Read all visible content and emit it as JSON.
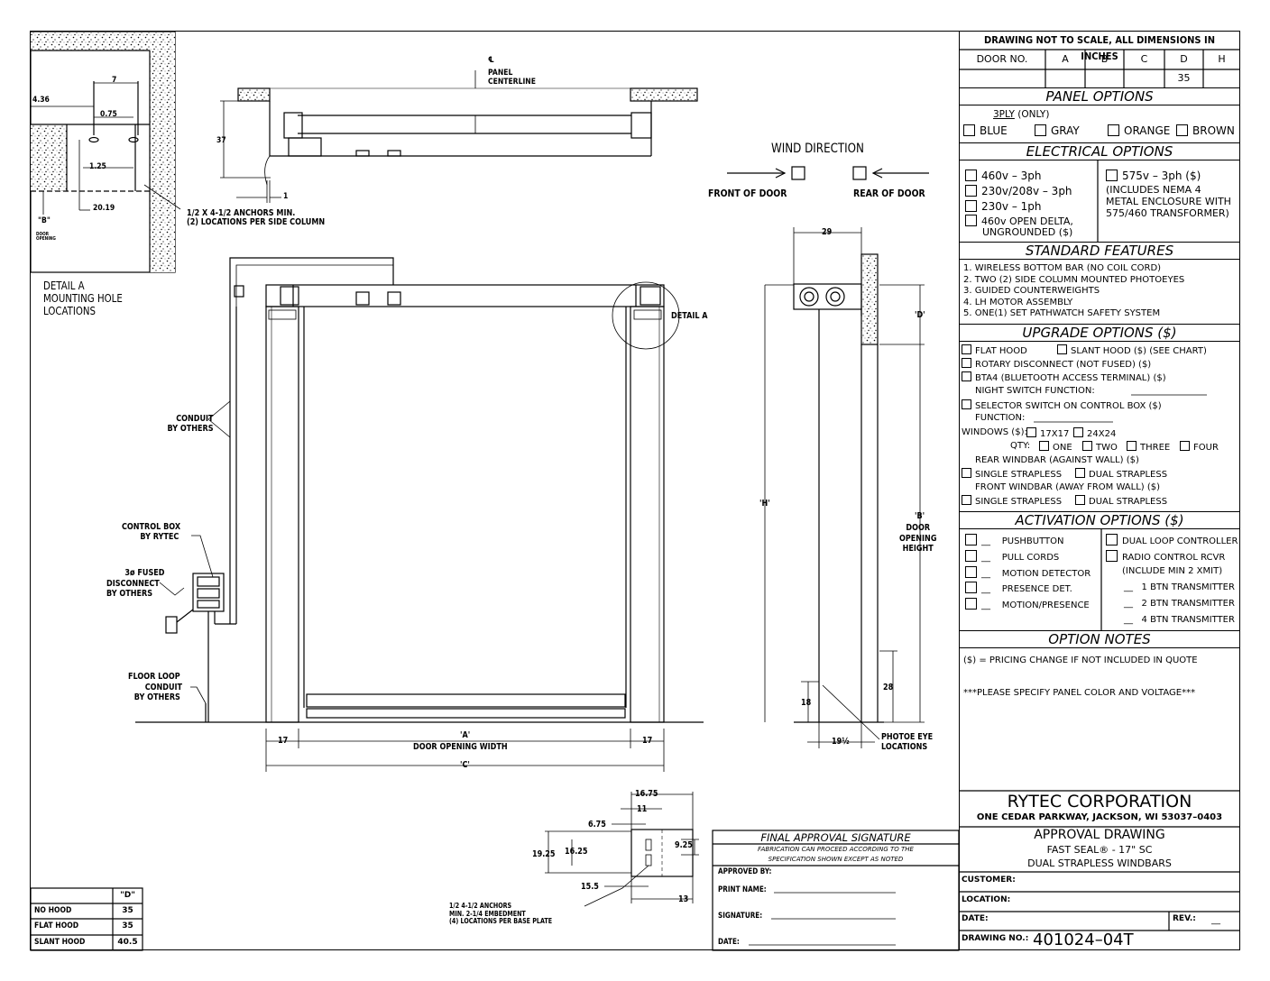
{
  "titleblock": {
    "notice": "DRAWING NOT TO SCALE, ALL DIMENSIONS IN INCHES",
    "door_table": {
      "headers": [
        "DOOR NO.",
        "A",
        "B",
        "C",
        "D",
        "H"
      ],
      "values": [
        "",
        "",
        "",
        "",
        "35",
        ""
      ]
    },
    "panel_options": {
      "title": "PANEL OPTIONS",
      "ply": "3PLY",
      "ply_note": "(ONLY)",
      "colors": [
        "BLUE",
        "GRAY",
        "ORANGE",
        "BROWN"
      ]
    },
    "electrical_options": {
      "title": "ELECTRICAL OPTIONS",
      "left": [
        "460v – 3ph",
        "230v/208v – 3ph",
        "230v – 1ph",
        "460v OPEN DELTA,"
      ],
      "left_extra": "UNGROUNDED ($)",
      "right_main": "575v – 3ph ($)",
      "right_note": [
        "(INCLUDES NEMA 4",
        "METAL ENCLOSURE WITH",
        "575/460 TRANSFORMER)"
      ]
    },
    "standard_features": {
      "title": "STANDARD FEATURES",
      "items": [
        "1. WIRELESS BOTTOM BAR (NO COIL CORD)",
        "2. TWO (2) SIDE COLUMN MOUNTED PHOTOEYES",
        "3. GUIDED COUNTERWEIGHTS",
        "4. LH MOTOR ASSEMBLY",
        "5. ONE(1) SET PATHWATCH SAFETY SYSTEM"
      ]
    },
    "upgrade_options": {
      "title": "UPGRADE OPTIONS ($)",
      "flat_hood": "FLAT HOOD",
      "slant_hood": "SLANT HOOD ($) (SEE CHART)",
      "rotary": "ROTARY DISCONNECT (NOT FUSED) ($)",
      "bta4": "BTA4 (BLUETOOTH ACCESS TERMINAL) ($)",
      "night_switch": "NIGHT SWITCH FUNCTION:",
      "selector": "SELECTOR SWITCH ON CONTROL BOX ($)",
      "function": "FUNCTION:",
      "windows": "WINDOWS ($):",
      "win_17": "17X17",
      "win_24": "24X24",
      "qty": "QTY:",
      "qty_opts": [
        "ONE",
        "TWO",
        "THREE",
        "FOUR"
      ],
      "rear_windbar": "REAR WINDBAR (AGAINST WALL) ($)",
      "front_windbar": "FRONT WINDBAR (AWAY FROM WALL) ($)",
      "single": "SINGLE STRAPLESS",
      "dual": "DUAL STRAPLESS"
    },
    "activation_options": {
      "title": "ACTIVATION OPTIONS ($)",
      "left": [
        "PUSHBUTTON",
        "PULL CORDS",
        "MOTION DETECTOR",
        "PRESENCE DET.",
        "MOTION/PRESENCE"
      ],
      "right_cb": [
        "DUAL LOOP CONTROLLER",
        "RADIO CONTROL RCVR"
      ],
      "right_note": "(INCLUDE MIN 2 XMIT)",
      "transmitters": [
        "1 BTN TRANSMITTER",
        "2 BTN TRANSMITTER",
        "4 BTN TRANSMITTER"
      ]
    },
    "option_notes": {
      "title": "OPTION NOTES",
      "note1": "($) = PRICING CHANGE IF NOT INCLUDED IN QUOTE",
      "note2": "***PLEASE SPECIFY PANEL COLOR AND VOLTAGE***"
    },
    "company": {
      "name": "RYTEC CORPORATION",
      "address": "ONE CEDAR PARKWAY, JACKSON, WI 53037–0403"
    },
    "approval": {
      "title": "APPROVAL DRAWING",
      "line1": "FAST SEAL® - 17\" SC",
      "line2": "DUAL STRAPLESS WINDBARS"
    },
    "fields": {
      "customer": "CUSTOMER:",
      "location": "LOCATION:",
      "date": "DATE:",
      "rev": "REV.:",
      "rev_value": "__",
      "drawing_no_label": "DRAWING NO.:",
      "drawing_no": "401024–04T"
    }
  },
  "final_approval": {
    "title": "FINAL APPROVAL SIGNATURE",
    "sub1": "FABRICATION CAN PROCEED ACCORDING TO THE",
    "sub2": "SPECIFICATION SHOWN EXCEPT AS NOTED",
    "approved_by": "APPROVED BY:",
    "print_name": "PRINT NAME:",
    "signature": "SIGNATURE:",
    "date": "DATE:"
  },
  "hood_table": {
    "header": "\"D\"",
    "rows": [
      [
        "NO HOOD",
        "35"
      ],
      [
        "FLAT HOOD",
        "35"
      ],
      [
        "SLANT HOOD",
        "40.5"
      ]
    ]
  },
  "detail_a": {
    "title": [
      "DETAIL A",
      "MOUNTING HOLE",
      "LOCATIONS"
    ],
    "dims": {
      "d7": "7",
      "d436": "4.36",
      "d075": "0.75",
      "d125": "1.25",
      "d2019": "20.19"
    },
    "b_label": "\"B\"",
    "door_opening": [
      "DOOR",
      "OPENING"
    ]
  },
  "plan_view": {
    "panel_centerline": [
      "PANEL",
      "CENTERLINE"
    ],
    "cl": "℄",
    "d37": "37",
    "d1": "1",
    "anchors": [
      "1/2 X 4-1/2 ANCHORS MIN.",
      "(2) LOCATIONS PER SIDE COLUMN"
    ]
  },
  "wind": {
    "title": "WIND DIRECTION",
    "front": "FRONT OF DOOR",
    "rear": "REAR OF DOOR"
  },
  "elevation": {
    "conduit": [
      "CONDUIT",
      "BY OTHERS"
    ],
    "control_box": [
      "CONTROL BOX",
      "BY RYTEC"
    ],
    "fused": [
      "3ø FUSED",
      "DISCONNECT",
      "BY OTHERS"
    ],
    "floor_loop": [
      "FLOOR LOOP",
      "CONDUIT",
      "BY OTHERS"
    ],
    "detail_a": "DETAIL A",
    "d17_left": "17",
    "d17_right": "17",
    "a_label": "'A'",
    "door_opening_width": "DOOR OPENING WIDTH",
    "c_label": "'C'"
  },
  "side_view": {
    "d29": "29",
    "d_label": "'D'",
    "h_label": "'H'",
    "b_label": "'B'",
    "door_opening_height": [
      "DOOR",
      "OPENING",
      "HEIGHT"
    ],
    "d28": "28",
    "d18": "18",
    "d19h": "19½",
    "photoeye": [
      "PHOTOE EYE",
      "LOCATIONS"
    ]
  },
  "base_plate": {
    "d1675": "16.75",
    "d11": "11",
    "d675": "6.75",
    "d1925": "19.25",
    "d1625": "16.25",
    "d925": "9.25",
    "d155": "15.5",
    "d13": "13",
    "anchors": [
      "1/2 4-1/2 ANCHORS",
      "MIN. 2-1/4 EMBEDMENT",
      "(4) LOCATIONS PER BASE PLATE"
    ]
  }
}
